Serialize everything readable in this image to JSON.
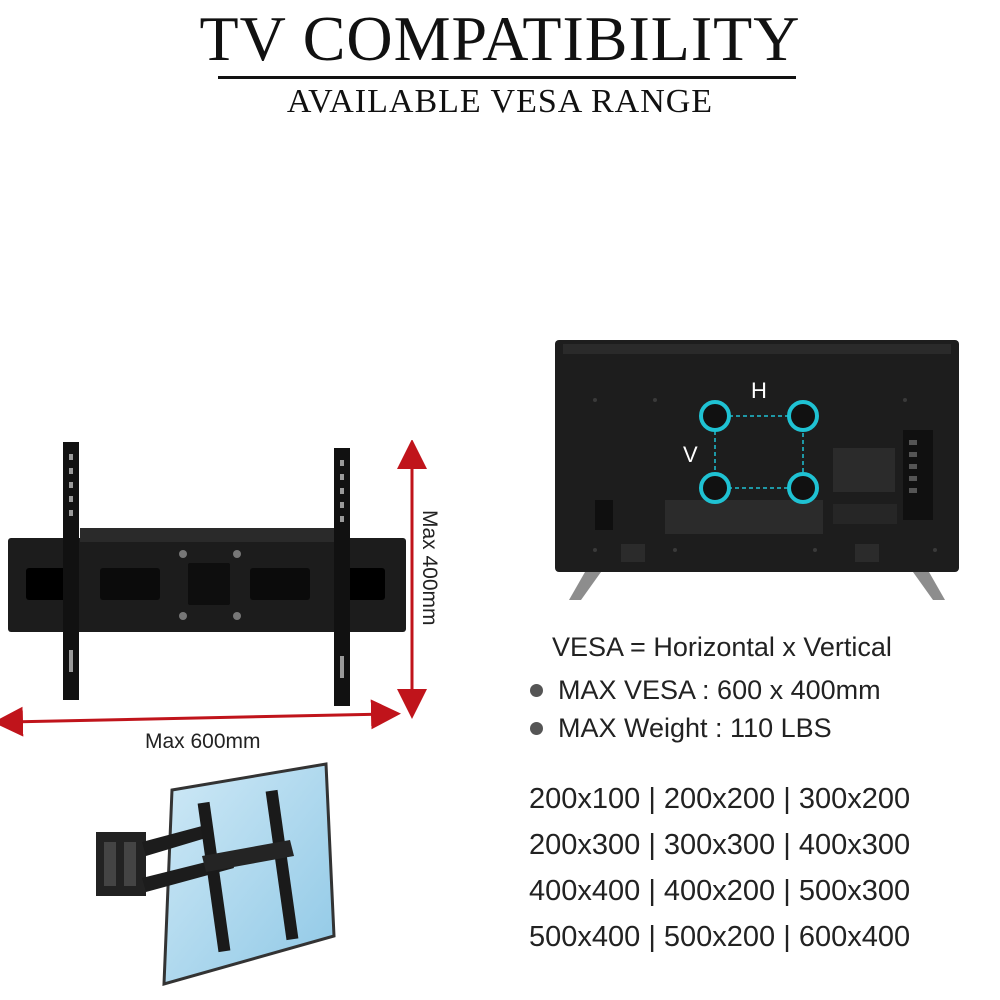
{
  "header": {
    "title": "TV COMPATIBILITY",
    "subtitle": "AVAILABLE VESA RANGE"
  },
  "mount_diagram": {
    "max_height_label": "Max 400mm",
    "max_width_label": "Max 600mm",
    "arrow_color": "#c0141b"
  },
  "tv_diagram": {
    "h_label": "H",
    "v_label": "V",
    "highlight_color": "#1fc2d3"
  },
  "specs": {
    "vesa_equation": "VESA = Horizontal x Vertical",
    "bullets": [
      "MAX VESA : 600 x 400mm",
      "MAX Weight : 110 LBS"
    ]
  },
  "vesa_sizes": [
    "200x100 | 200x200 | 300x200",
    "200x300 | 300x300 | 400x300",
    "400x400 | 400x200 | 500x300",
    "500x400 | 500x200 | 600x400"
  ]
}
